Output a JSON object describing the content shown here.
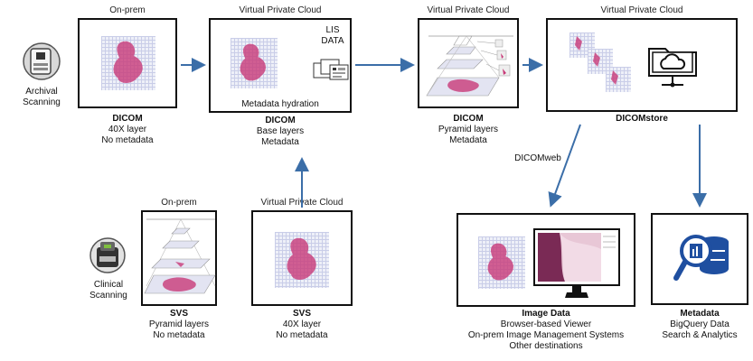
{
  "headers": {
    "onprem_top": "On-prem",
    "vpc1": "Virtual Private Cloud",
    "vpc2": "Virtual Private Cloud",
    "vpc3": "Virtual Private Cloud",
    "onprem_bottom": "On-prem",
    "vpc_bottom": "Virtual Private Cloud"
  },
  "scanners": {
    "archival": [
      "Archival",
      "Scanning"
    ],
    "clinical": [
      "Clinical",
      "Scanning"
    ]
  },
  "boxes": {
    "dicom40x": {
      "title": "DICOM",
      "lines": [
        "40X layer",
        "No metadata"
      ]
    },
    "dicombase": {
      "title": "DICOM",
      "lines": [
        "Base layers",
        "Metadata"
      ],
      "inner_label": "Metadata hydration",
      "lis": [
        "LIS",
        "DATA"
      ]
    },
    "dicompyr": {
      "title": "DICOM",
      "lines": [
        "Pyramid layers",
        "Metadata"
      ]
    },
    "dicomstore": {
      "title": "DICOMstore",
      "lines": []
    },
    "svspyr": {
      "title": "SVS",
      "lines": [
        "Pyramid layers",
        "No metadata"
      ]
    },
    "svs40x": {
      "title": "SVS",
      "lines": [
        "40X layer",
        "No metadata"
      ]
    },
    "imagedata": {
      "title": "Image Data",
      "lines": [
        "Browser-based Viewer",
        "On-prem Image Management Systems",
        "Other destinations"
      ]
    },
    "metadata": {
      "title": "Metadata",
      "lines": [
        "BigQuery Data",
        "Search & Analytics"
      ]
    }
  },
  "edge_labels": {
    "dicomweb": "DICOMweb"
  },
  "colors": {
    "arrow": "#3b6ea8",
    "tissue": "#c83a78",
    "grid": "#c9cde8",
    "monitor_accent": "#7a2a55",
    "db_blue": "#1f4fa0"
  }
}
